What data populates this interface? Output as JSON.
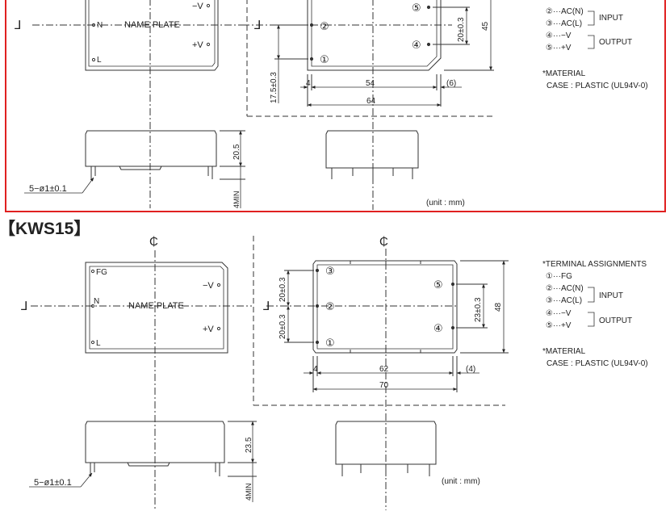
{
  "common": {
    "name_plate": "NAME PLATE",
    "minus_v": "−V",
    "plus_v": "+V",
    "n": "N",
    "l": "L",
    "fg": "FG",
    "unit": "(unit : mm)",
    "lead_spec": "5−ø1±0.1",
    "min_len": "4MIN",
    "input": "INPUT",
    "output": "OUTPUT",
    "material": "*MATERIAL",
    "case": "CASE : PLASTIC (UL94V-0)",
    "terminal_assignments": "*TERMINAL ASSIGNMENTS",
    "pin_labels": [
      "①",
      "②",
      "③",
      "④",
      "⑤"
    ],
    "terminals": [
      "①···FG",
      "②···AC(N)",
      "③···AC(L)",
      "④···−V",
      "⑤···+V"
    ]
  },
  "top_section": {
    "dims": {
      "height": "20.5",
      "width_inner": "54",
      "width_outer": "64",
      "left_offset": "4",
      "right_offset": "(6)",
      "pin1_offset": "17.5±0.3",
      "pin_spacing": "20±0.3",
      "depth": "45"
    }
  },
  "kws15": {
    "title": "【KWS15】",
    "dims": {
      "height": "23.5",
      "width_inner": "62",
      "width_outer": "70",
      "left_offset": "4",
      "right_offset": "(4)",
      "pin_spacing_a": "20±0.3",
      "pin_spacing_b": "20±0.3",
      "pin_spacing_out": "23±0.3",
      "depth": "48"
    }
  }
}
